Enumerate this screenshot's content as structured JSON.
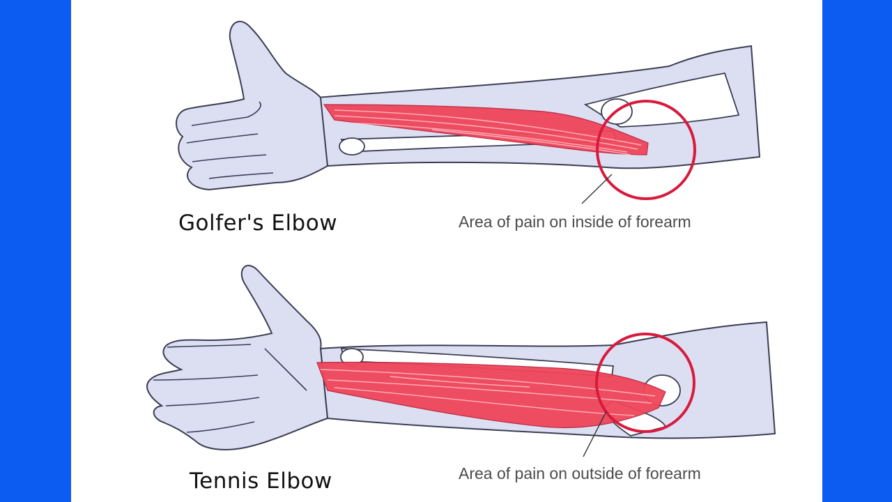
{
  "colors": {
    "side_bar": "#0d5cf2",
    "background": "#ffffff",
    "skin": "#dcdff2",
    "skin_outline": "#3a3d52",
    "muscle": "#f0465a",
    "bone": "#ffffff",
    "pain_circle": "#d81a3c"
  },
  "icons": {
    "top_arm": "forearm-thumbs-up-icon",
    "bottom_arm": "forearm-open-hand-icon"
  },
  "golfers": {
    "title": "Golfer's Elbow",
    "callout": "Area of pain on inside of forearm"
  },
  "tennis": {
    "title": "Tennis Elbow",
    "callout": "Area of pain on outside of forearm"
  }
}
